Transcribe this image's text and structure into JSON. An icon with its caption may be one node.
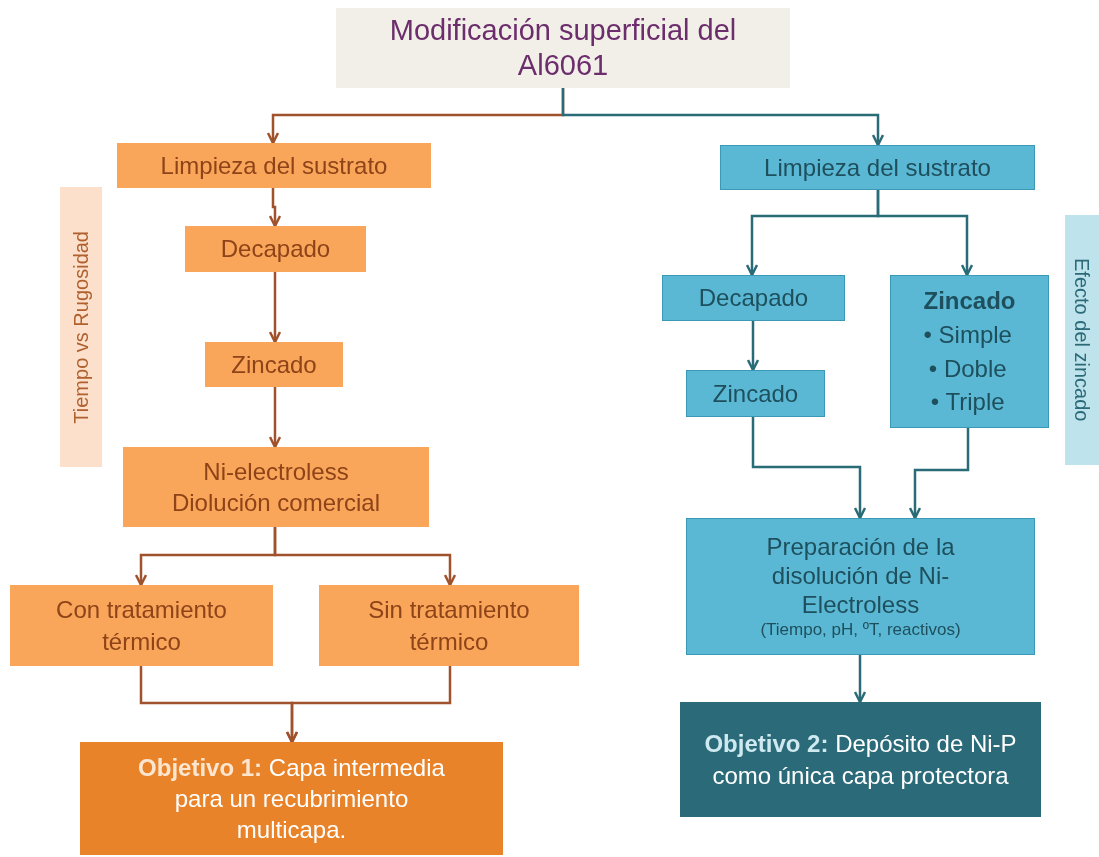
{
  "diagram": {
    "nodes": [
      {
        "text": [
          "Modificación superficial del Al6061"
        ]
      },
      {
        "text": [
          "Limpieza del sustrato"
        ]
      },
      {
        "text": [
          "Decapado"
        ]
      },
      {
        "text": [
          "Zincado"
        ]
      },
      {
        "text": [
          "Ni-electroless",
          "Diolución comercial"
        ]
      },
      {
        "text": [
          "Con tratamiento térmico"
        ]
      },
      {
        "text": [
          "Sin tratamiento térmico"
        ]
      },
      {
        "text": [
          "**Objetivo 1:** Capa intermedia para un recubrimiento multicapa."
        ]
      },
      {
        "text": [
          "Tiempo  vs Rugosidad"
        ]
      },
      {
        "text": [
          "Limpieza del sustrato"
        ]
      },
      {
        "text": [
          "Decapado"
        ]
      },
      {
        "text": [
          "Zincado",
          "• Simple",
          "• Doble",
          "• Triple"
        ]
      },
      {
        "text": [
          "Zincado"
        ]
      },
      {
        "text": [
          "Preparación de la disolución de Ni-Electroless",
          "(Tiempo, pH, ºT, reactivos)"
        ]
      },
      {
        "text": [
          "**Objetivo 2:** Depósito de Ni-P como única capa protectora"
        ]
      },
      {
        "text": [
          "Efecto del zincado"
        ]
      }
    ],
    "edges": [
      {
        "from": 0,
        "to": 1,
        "arrow": "to"
      },
      {
        "from": 0,
        "to": 9,
        "arrow": "to",
        "color": "#2a6b78"
      },
      {
        "from": 1,
        "to": 2,
        "arrow": "to"
      },
      {
        "from": 2,
        "to": 3,
        "arrow": "to"
      },
      {
        "from": 3,
        "to": 4,
        "arrow": "to"
      },
      {
        "from": 4,
        "to": 5,
        "arrow": "to"
      },
      {
        "from": 4,
        "to": 6,
        "arrow": "to"
      },
      {
        "from": 5,
        "to": 7,
        "arrow": "to"
      },
      {
        "from": 6,
        "to": 7,
        "arrow": "to"
      },
      {
        "from": 9,
        "to": 10,
        "arrow": "to",
        "color": "#2a6b78"
      },
      {
        "from": 9,
        "to": 11,
        "arrow": "to",
        "color": "#2a6b78"
      },
      {
        "from": 10,
        "to": 12,
        "arrow": "to",
        "color": "#2a6b78"
      },
      {
        "from": 12,
        "to": 13,
        "arrow": "to",
        "color": "#2a6b78"
      },
      {
        "from": 11,
        "to": 13,
        "arrow": "to",
        "color": "#2a6b78"
      },
      {
        "from": 13,
        "to": 14,
        "arrow": "to",
        "color": "#2a6b78"
      }
    ]
  }
}
